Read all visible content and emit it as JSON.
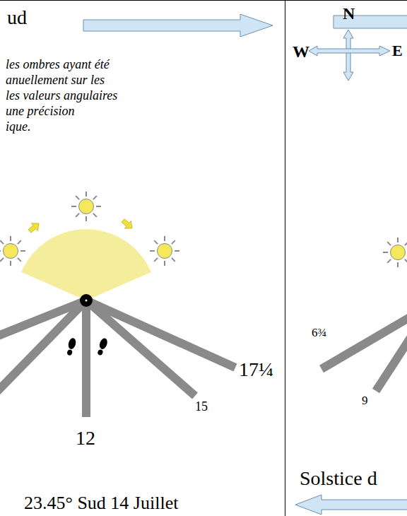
{
  "diagram": {
    "labels": [
      "ud",
      "les ombres ayant été",
      "anuellement sur les",
      "les valeurs angulaires",
      "une précision",
      "ique.",
      "12",
      "15",
      "17¼",
      "23.45° Sud 14 Juillet",
      "N",
      "W",
      "E",
      "6¾",
      "9",
      "Solstice d"
    ]
  }
}
